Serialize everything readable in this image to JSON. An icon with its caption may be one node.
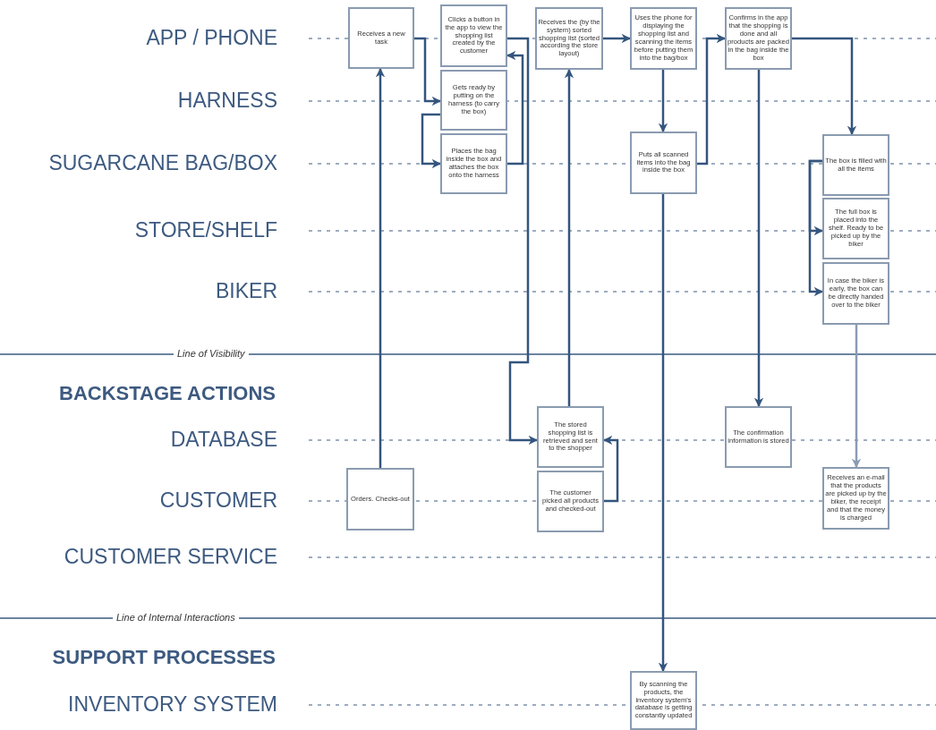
{
  "diagram": {
    "nodes": [
      {
        "text": [
          "Receives a new task"
        ]
      },
      {
        "text": [
          "Clicks a button in the app to view the shopping list created by the customer"
        ]
      },
      {
        "text": [
          "Gets ready by putting on the harness (to carry the box)"
        ]
      },
      {
        "text": [
          "Places the bag inside the box and attaches the box onto the harness"
        ]
      },
      {
        "text": [
          "Receives the (by the system) sorted shopping list (sorted according the store layout)"
        ]
      },
      {
        "text": [
          "Uses the phone for displaying the shopping list and scanning the items before putting them into the bag/box"
        ]
      },
      {
        "text": [
          "Puts all scanned items into the bag inside the box"
        ]
      },
      {
        "text": [
          "Confirms in the app that the shopping is done and all products are packed in the bag inside the box"
        ]
      },
      {
        "text": [
          "The box is filled with all the items"
        ]
      },
      {
        "text": [
          "The full box is placed into the shelf. Ready to be picked up by the biker"
        ]
      },
      {
        "text": [
          "In case the biker is early, the box can be directly handed over to the biker"
        ]
      },
      {
        "text": [
          "Orders. Checks-out"
        ]
      },
      {
        "text": [
          "The stored shopping list is retrieved and sent to the shopper"
        ]
      },
      {
        "text": [
          "The customer picked all products and checked-out"
        ]
      },
      {
        "text": [
          "The confirmation information is stored"
        ]
      },
      {
        "text": [
          "Receives an e-mail that the products are picked up by the biker, the receipt and that the money is charged"
        ]
      },
      {
        "text": [
          "By scanning the products, the inventory system's database is getting constantly updated"
        ]
      }
    ],
    "edges": [
      {
        "from": 11,
        "to": 0,
        "arrow": "to"
      },
      {
        "from": 0,
        "to": 2,
        "arrow": "to"
      },
      {
        "from": 2,
        "to": 3,
        "arrow": "to"
      },
      {
        "from": 3,
        "to": 1,
        "arrow": "to"
      },
      {
        "from": 1,
        "to": 12,
        "arrow": "to"
      },
      {
        "from": 12,
        "to": 4,
        "arrow": "to"
      },
      {
        "from": 13,
        "to": 12,
        "arrow": "to"
      },
      {
        "from": 4,
        "to": 5,
        "arrow": "to"
      },
      {
        "from": 5,
        "to": 6,
        "arrow": "to"
      },
      {
        "from": 6,
        "to": 7,
        "arrow": "to"
      },
      {
        "from": 7,
        "to": 8,
        "arrow": "to"
      },
      {
        "from": 7,
        "to": 14,
        "arrow": "to"
      },
      {
        "from": 8,
        "to": 9,
        "arrow": "to"
      },
      {
        "from": 8,
        "to": 10,
        "arrow": "to"
      },
      {
        "from": 10,
        "to": 15,
        "arrow": "to",
        "color": "#8a9bb5"
      },
      {
        "from": 6,
        "to": 16,
        "arrow": "to"
      }
    ],
    "labels": [
      "APP / PHONE",
      "HARNESS",
      "SUGARCANE BAG/BOX",
      "STORE/SHELF",
      "BIKER",
      "Line of Visibility",
      "BACKSTAGE ACTIONS",
      "DATABASE",
      "CUSTOMER",
      "CUSTOMER SERVICE",
      "Line of Internal Interactions",
      "SUPPORT PROCESSES",
      "INVENTORY SYSTEM"
    ]
  }
}
